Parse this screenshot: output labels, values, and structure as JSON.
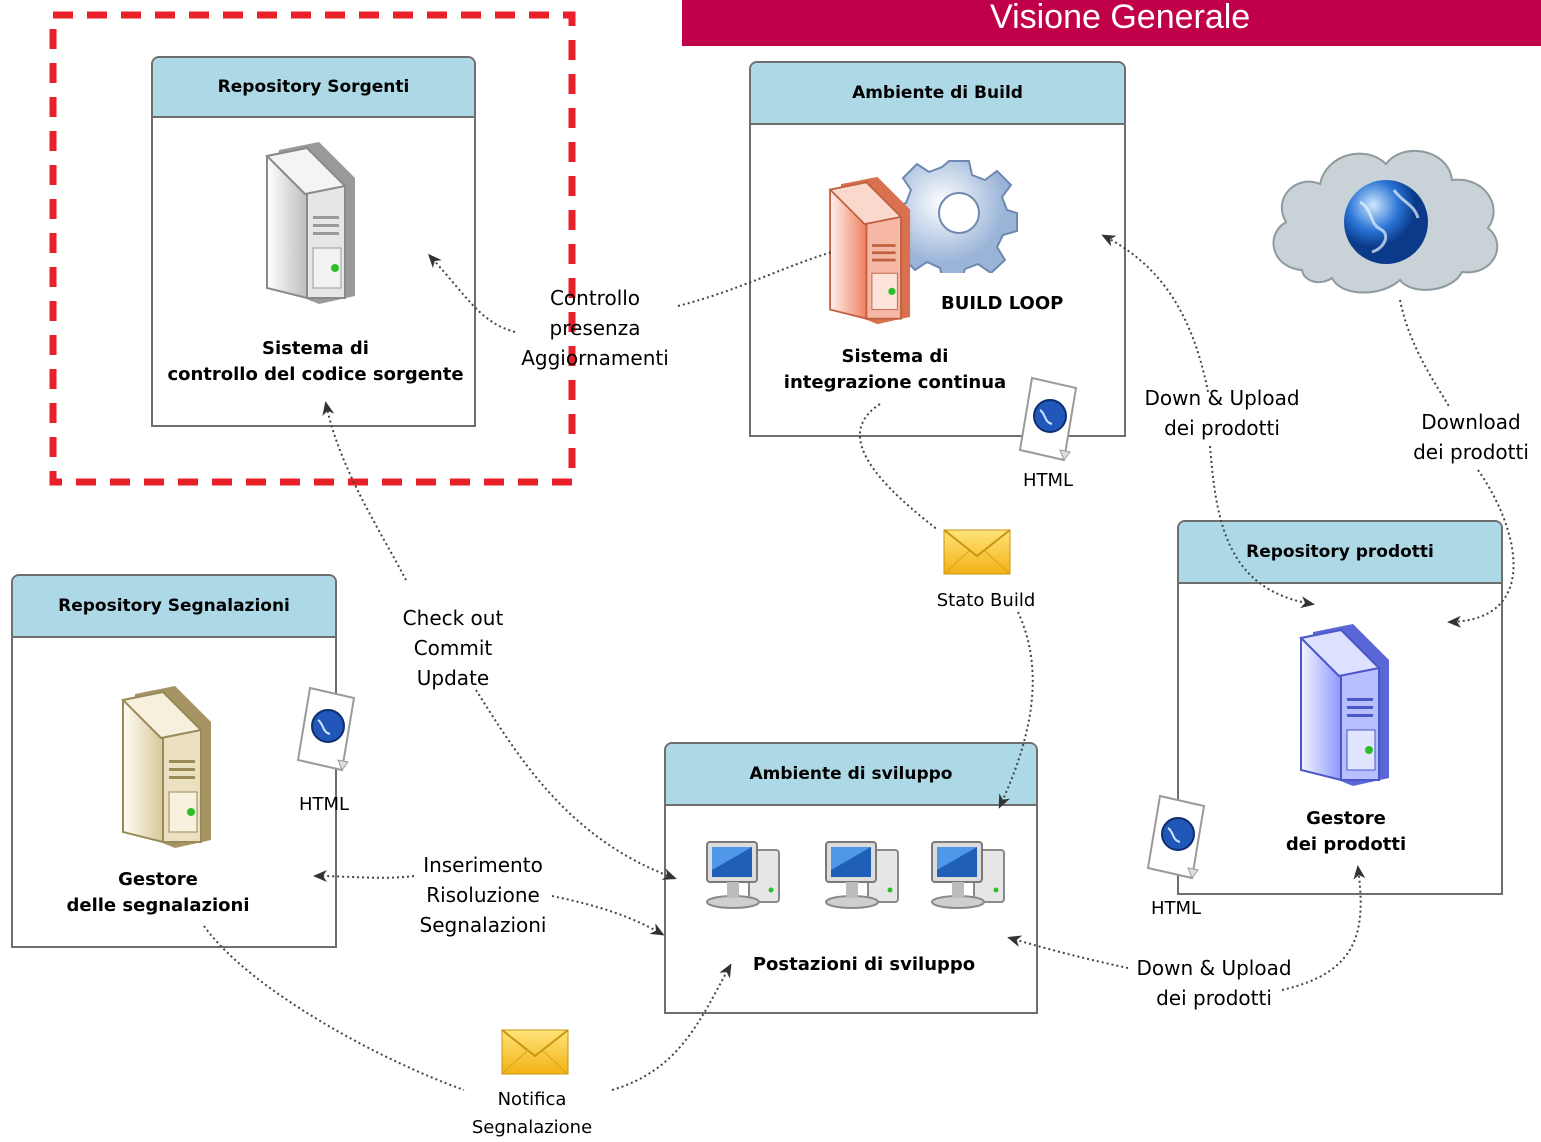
{
  "banner": {
    "title": "Visione Generale"
  },
  "boxes": {
    "sorgenti": {
      "header": "Repository Sorgenti",
      "caption": "Sistema di\ncontrollo del codice sorgente"
    },
    "build": {
      "header": "Ambiente di Build",
      "loop": "BUILD LOOP",
      "caption": "Sistema di\nintegrazione continua"
    },
    "segnalazioni": {
      "header": "Repository Segnalazioni",
      "caption": "Gestore\ndelle segnalazioni"
    },
    "sviluppo": {
      "header": "Ambiente di sviluppo",
      "caption": "Postazioni di sviluppo"
    },
    "prodotti": {
      "header": "Repository prodotti",
      "caption": "Gestore\ndei prodotti"
    }
  },
  "labels": {
    "controllo": "Controllo\npresenza\nAggiornamenti",
    "checkout": "Check out\nCommit\nUpdate",
    "inserimento": "Inserimento\nRisoluzione\nSegnalazioni",
    "updown_build": "Down & Upload\ndei prodotti",
    "download_cloud": "Download\ndei prodotti",
    "updown_dev": "Down & Upload\ndei prodotti",
    "stato_build": "Stato Build",
    "notifica": "Notifica\nSegnalazione"
  },
  "html_docs": {
    "build": "HTML",
    "segnalazioni": "HTML",
    "prodotti": "HTML"
  },
  "colors": {
    "banner": "#c1004a",
    "box_header": "#add8e6",
    "highlight_dash": "#e8202a",
    "server_grey": "#d8d8d8",
    "server_red": "#f3a08a",
    "server_beige": "#eee3c4",
    "server_blue": "#aab4ff"
  }
}
